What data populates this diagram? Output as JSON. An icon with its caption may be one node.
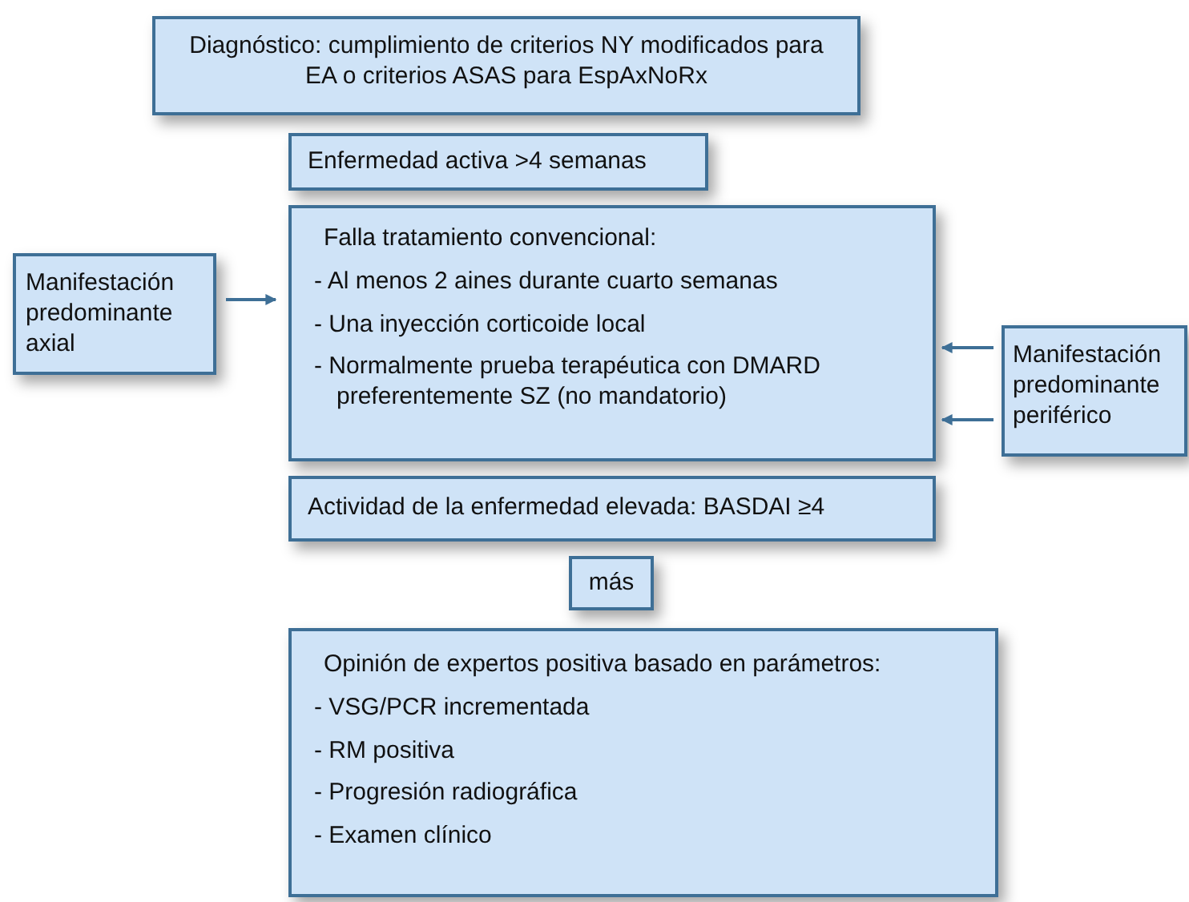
{
  "diagram": {
    "nodes": [
      {
        "text": [
          "Diagnóstico: cumplimiento de criterios NY modificados para EA o criterios ASAS para EspAxNoRx"
        ]
      },
      {
        "text": [
          "Enfermedad activa >4 semanas"
        ]
      },
      {
        "text": [
          "Falla tratamiento convencional:",
          "- Al menos 2 aines durante cuarto semanas",
          "- Una inyección corticoide local",
          "- Normalmente prueba terapéutica con DMARD preferentemente SZ (no mandatorio)"
        ]
      },
      {
        "text": [
          "Actividad de la enfermedad elevada: BASDAI ≥4"
        ]
      },
      {
        "text": [
          "más"
        ]
      },
      {
        "text": [
          "Opinión de expertos positiva basado en parámetros:",
          "- VSG/PCR incrementada",
          "- RM positiva",
          "- Progresión radiográfica",
          "- Examen clínico"
        ]
      },
      {
        "text": [
          "Manifestación predominante axial"
        ]
      },
      {
        "text": [
          "Manifestación predominante periférico"
        ]
      }
    ],
    "edges": [
      {
        "from": 6,
        "to": 2,
        "arrow": "to"
      },
      {
        "from": 7,
        "to": 2,
        "arrow": "to"
      },
      {
        "from": 7,
        "to": 2,
        "arrow": "to"
      }
    ]
  }
}
